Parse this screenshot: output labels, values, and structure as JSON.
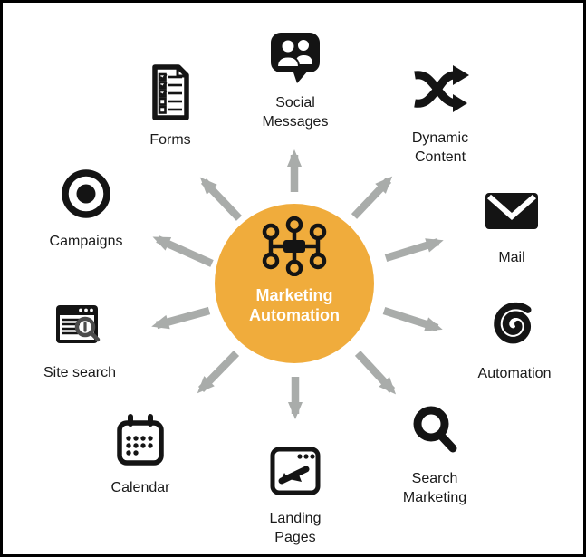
{
  "diagram_title": "Marketing Automation",
  "colors": {
    "accent_circle": "#F0AC3C",
    "arrow": "#A9ACAA",
    "icon": "#141414",
    "text": "#1A1A1A",
    "border": "#000000",
    "background": "#FFFFFF",
    "center_text": "#FFFFFF"
  },
  "center": {
    "icon": "workflow-hub-icon",
    "lines": [
      "Marketing",
      "Automation"
    ]
  },
  "items": [
    {
      "id": "social-messages",
      "icon": "speech-bubble-users-icon",
      "lines": [
        "Social",
        "Messages"
      ]
    },
    {
      "id": "dynamic-content",
      "icon": "shuffle-arrows-icon",
      "lines": [
        "Dynamic",
        "Content"
      ]
    },
    {
      "id": "mail",
      "icon": "envelope-icon",
      "lines": [
        "Mail"
      ]
    },
    {
      "id": "automation",
      "icon": "spiral-icon",
      "lines": [
        "Automation"
      ]
    },
    {
      "id": "search-marketing",
      "icon": "magnifier-icon",
      "lines": [
        "Search",
        "Marketing"
      ]
    },
    {
      "id": "landing-pages",
      "icon": "browser-plane-icon",
      "lines": [
        "Landing",
        "Pages"
      ]
    },
    {
      "id": "calendar",
      "icon": "calendar-icon",
      "lines": [
        "Calendar"
      ]
    },
    {
      "id": "site-search",
      "icon": "browser-magnifier-icon",
      "lines": [
        "Site search"
      ]
    },
    {
      "id": "campaigns",
      "icon": "bullseye-icon",
      "lines": [
        "Campaigns"
      ]
    },
    {
      "id": "forms",
      "icon": "checklist-document-icon",
      "lines": [
        "Forms"
      ]
    }
  ]
}
